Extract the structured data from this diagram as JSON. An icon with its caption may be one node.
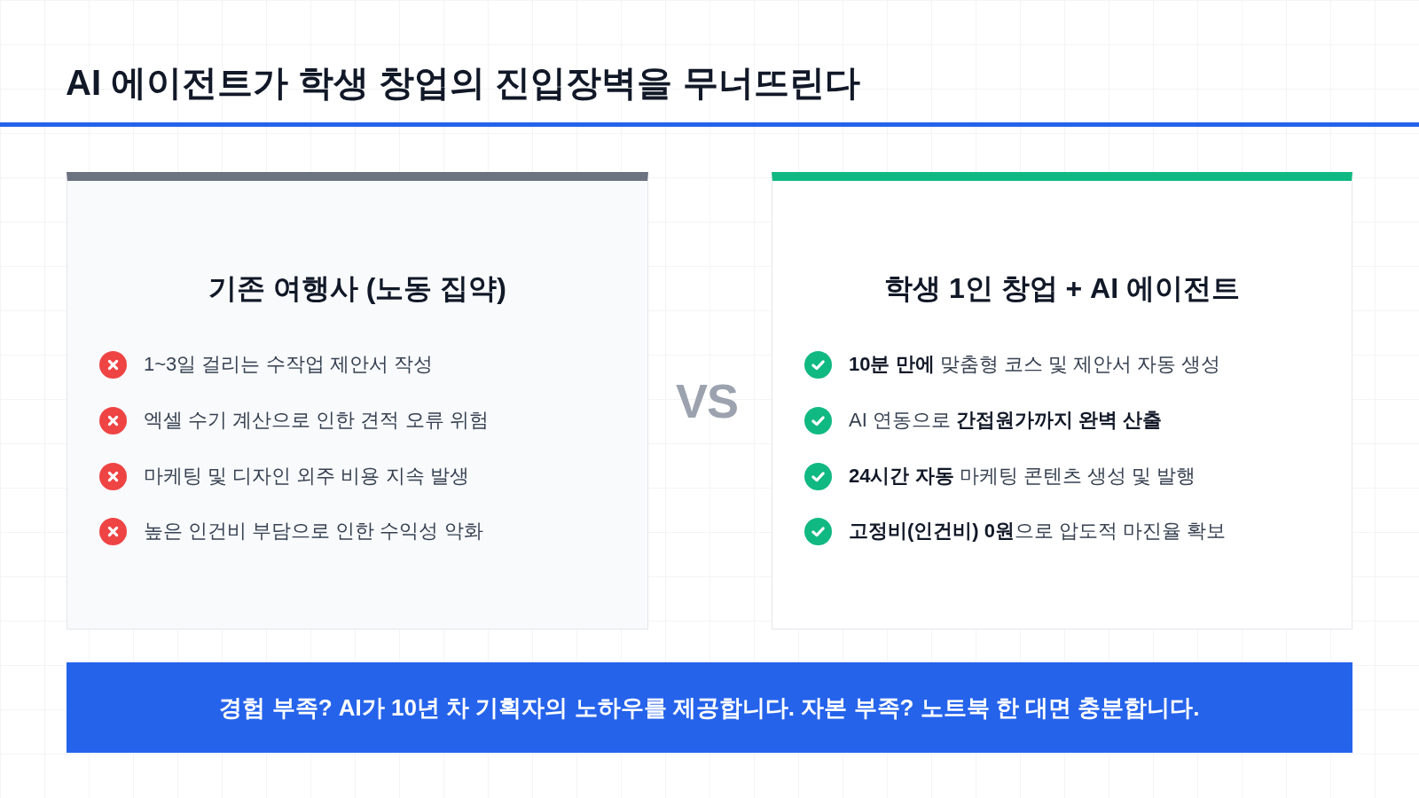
{
  "diagram": {
    "title": "AI 에이전트가 학생 창업의 진입장벽을 무너뜨린다",
    "nodes": [
      {
        "text": [
          "기존 여행사 (노동 집약)",
          "1~3일 걸리는 수작업 제안서 작성",
          "엑셀 수기 계산으로 인한 견적 오류 위험",
          "마케팅 및 디자인 외주 비용 지속 발생",
          "높은 인건비 부담으로 인한 수익성 악화"
        ]
      },
      {
        "text": [
          "학생 1인 창업 + AI 에이전트",
          "**10분 만에** 맞춤형 코스 및 제안서 자동 생성",
          "AI 연동으로 **간접원가까지 완벽 산출**",
          "**24시간 자동** 마케팅 콘텐츠 생성 및 발행",
          "**고정비(인건비) 0원**으로 압도적 마진율 확보"
        ]
      },
      {
        "text": [
          "경험 부족? AI가 10년 차 기획자의 노하우를 제공합니다. 자본 부족? 노트북 한 대면 충분합니다."
        ]
      }
    ],
    "edges": [],
    "labels": [
      "VS"
    ]
  }
}
